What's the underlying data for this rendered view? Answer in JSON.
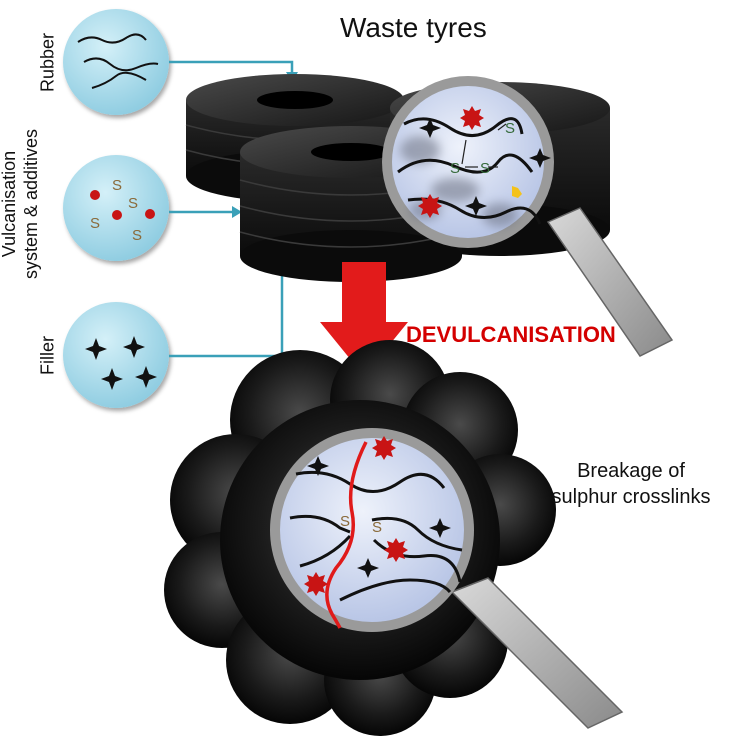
{
  "title": "Waste tyres",
  "components": {
    "rubber": "Rubber",
    "vulcanisation_line1": "Vulcanisation",
    "vulcanisation_line2": "system & additives",
    "filler": "Filler"
  },
  "process_label": "DEVULCANISATION",
  "result_line1": "Breakage of",
  "result_line2": "sulphur crosslinks",
  "sulphur_symbol": "S",
  "colors": {
    "bubble": "#9dd3e4",
    "arrow_connector": "#3aa0b8",
    "process_arrow": "#e21b1b",
    "process_text": "#d40000",
    "tyre": "#1a1a1a",
    "lens_glass": "#d6dff2",
    "additive_red": "#c81414",
    "break_line": "#e01a1a"
  }
}
